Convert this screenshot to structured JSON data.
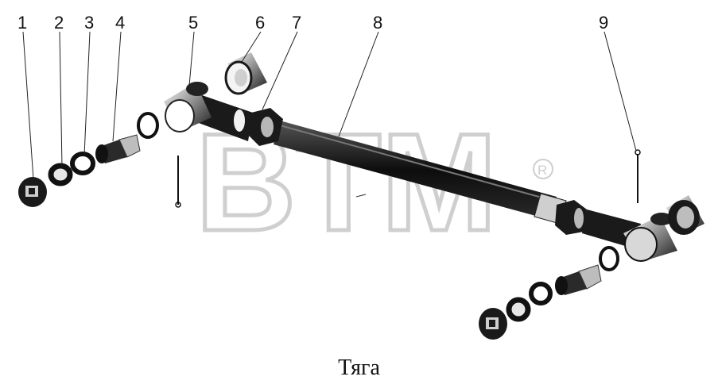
{
  "caption": "Тяга",
  "watermark": {
    "text": "BTM",
    "symbol": "®"
  },
  "callouts": [
    "1",
    "2",
    "3",
    "4",
    "5",
    "6",
    "7",
    "8",
    "9"
  ],
  "colors": {
    "ink": "#111111",
    "part_dark": "#1a1a1a",
    "part_mid": "#555555",
    "part_light": "#c8c8c8",
    "watermark": "#d0d0d0"
  }
}
